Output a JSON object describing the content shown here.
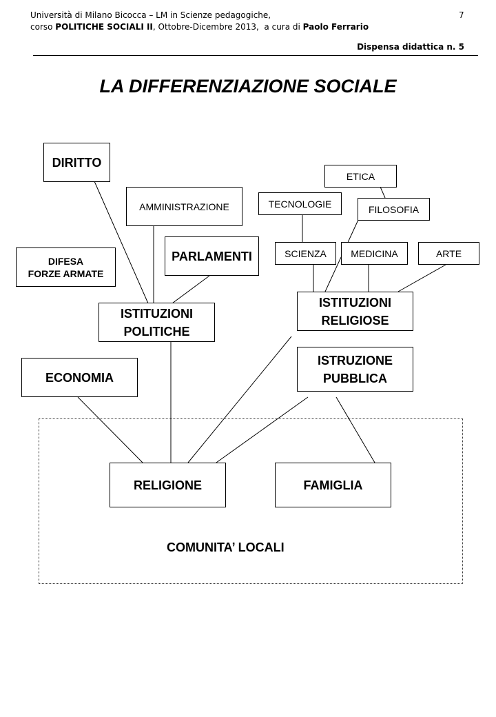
{
  "header": {
    "line1": "Università di Milano Bicocca – LM in Scienze pedagogiche,",
    "page_number": "7",
    "line2_prefix": "corso ",
    "course": "POLITICHE SOCIALI II",
    "line2_mid": ", Ottobre-Dicembre 2013,  a cura di ",
    "author": "Paolo Ferrario",
    "dispensa": "Dispensa didattica n. 5"
  },
  "title": "LA DIFFERENZIAZIONE SOCIALE",
  "diagram": {
    "nodes": {
      "diritto": "DIRITTO",
      "amministrazione": "AMMINISTRAZIONE",
      "parlamenti": "PARLAMENTI",
      "difesa_line1": "DIFESA",
      "difesa_line2": "FORZE ARMATE",
      "ist_politiche_line1": "ISTITUZIONI",
      "ist_politiche_line2": "POLITICHE",
      "economia": "ECONOMIA",
      "etica": "ETICA",
      "tecnologie": "TECNOLOGIE",
      "filosofia": "FILOSOFIA",
      "scienza": "SCIENZA",
      "medicina": "MEDICINA",
      "arte": "ARTE",
      "ist_religiose_line1": "ISTITUZIONI",
      "ist_religiose_line2": "RELIGIOSE",
      "istruzione_line1": "ISTRUZIONE",
      "istruzione_line2": "PUBBLICA",
      "religione": "RELIGIONE",
      "famiglia": "FAMIGLIA"
    },
    "community_label": "COMUNITA’ LOCALI"
  }
}
